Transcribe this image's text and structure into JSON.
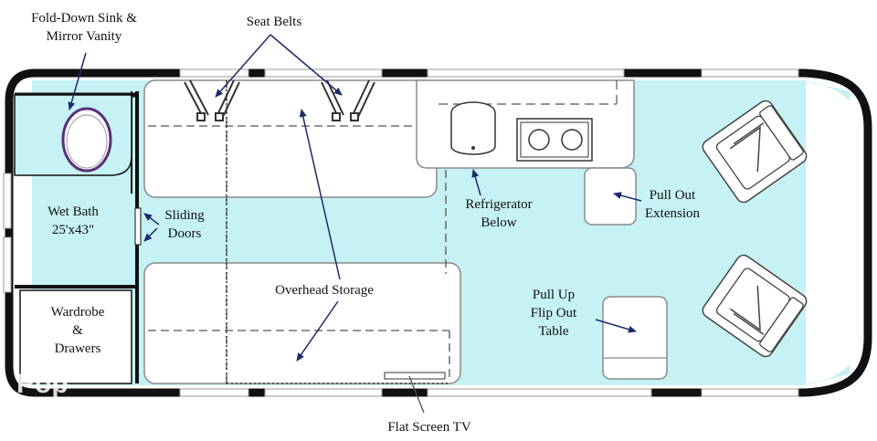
{
  "labels": {
    "fold_down_sink_1": "Fold-Down Sink &",
    "fold_down_sink_2": "Mirror Vanity",
    "seat_belts": "Seat Belts",
    "wet_bath_1": "Wet Bath",
    "wet_bath_2": "25'x43\"",
    "sliding_doors_1": "Sliding",
    "sliding_doors_2": "Doors",
    "wardrobe_1": "Wardrobe",
    "wardrobe_2": "&",
    "wardrobe_3": "Drawers",
    "overhead_storage": "Overhead Storage",
    "refrigerator_1": "Refrigerator",
    "refrigerator_2": "Below",
    "pull_out_1": "Pull Out",
    "pull_out_2": "Extension",
    "pull_up_1": "Pull Up",
    "pull_up_2": "Flip Out",
    "pull_up_3": "Table",
    "flat_screen_tv": "Flat Screen TV"
  },
  "watermark": "Pop",
  "colors": {
    "floor": "#c6f1f5",
    "wall": "#111111",
    "arrow": "#1c2b6b",
    "furniture_fill": "#ffffff",
    "furniture_stroke": "#8a8a8a"
  }
}
